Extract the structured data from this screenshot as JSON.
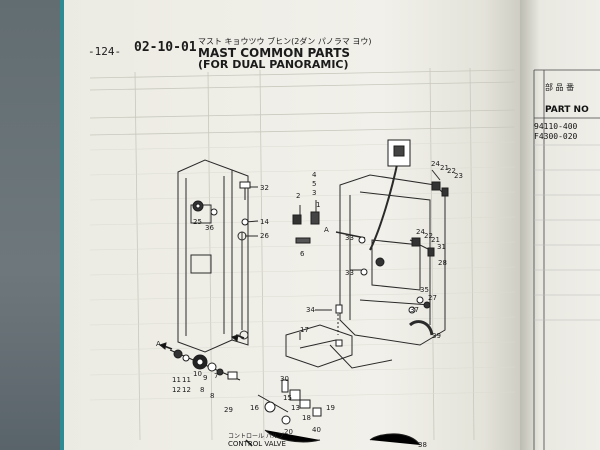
{
  "page": {
    "page_number": "-124-",
    "section_code": "02-10-01",
    "title_jp": "マスト キョウツウ ブヒン(2ダン パノラマ ヨウ)",
    "title_en_line1": "MAST COMMON PARTS",
    "title_en_line2": "(FOR DUAL PANORAMIC)"
  },
  "callouts": {
    "n1": "32",
    "n2": "14",
    "n3": "25",
    "n4": "36",
    "n5": "26",
    "n6": "4",
    "n7": "5",
    "n8": "3",
    "n9": "2",
    "n10": "1",
    "n11": "24",
    "n12": "21",
    "n13": "22",
    "n14": "23",
    "n15": "A",
    "n16": "6",
    "n17": "33",
    "n18": "33",
    "n19": "24",
    "n20": "22",
    "n21": "21",
    "n22": "31",
    "n23": "28",
    "n24": "35",
    "n25": "27",
    "n26": "37",
    "n27": "34",
    "n28": "39",
    "n29": "17",
    "n30": "A",
    "n31": "11",
    "n32": "11",
    "n33": "10",
    "n34": "9",
    "n35": "7",
    "n36": "12",
    "n37": "12",
    "n38": "8",
    "n39": "8",
    "n40": "29",
    "n41": "30",
    "n42": "15",
    "n43": "13",
    "n44": "19",
    "n45": "16",
    "n46": "18",
    "n47": "40",
    "n48": "20",
    "n49": "38"
  },
  "caption": {
    "jp": "コントロール バルブ",
    "en": "CONTROL VALVE"
  },
  "right_page": {
    "jp_header": "部 品 番",
    "part_no": "PART NO",
    "row1": "94110-400",
    "row2": "F4300-020"
  }
}
